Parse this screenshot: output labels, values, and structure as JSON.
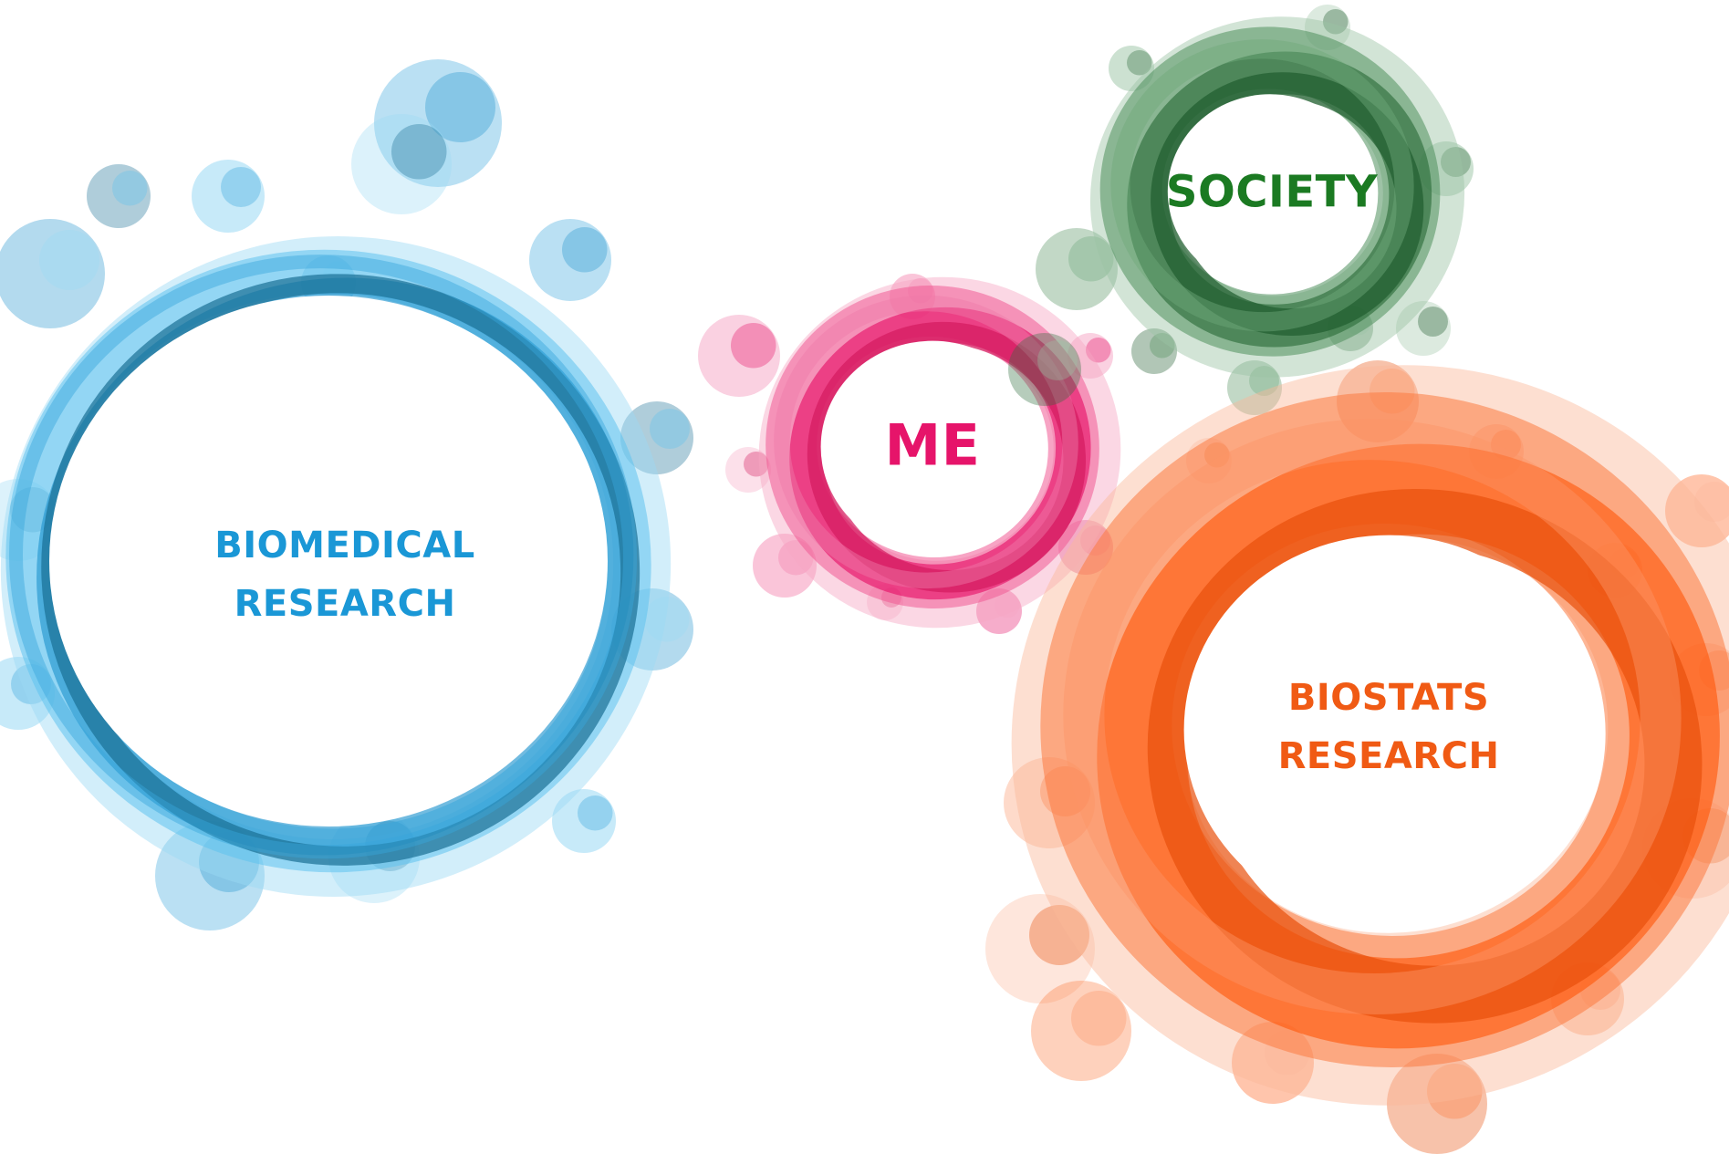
{
  "circles": [
    {
      "key": "biomedical",
      "lines": [
        "BIOMEDICAL",
        "RESEARCH"
      ],
      "color": "#1a97d6",
      "ring_colors": [
        "#5ec3ee",
        "#2596cf",
        "#1a6f94",
        "#38a7dc",
        "#9bd9f4"
      ]
    },
    {
      "key": "me",
      "lines": [
        "ME"
      ],
      "color": "#e6146a",
      "ring_colors": [
        "#f05a93",
        "#e6146a",
        "#d41a5e",
        "#f07aa8",
        "#f6a6c4"
      ]
    },
    {
      "key": "society",
      "lines": [
        "SOCIETY"
      ],
      "color": "#1b7a22",
      "ring_colors": [
        "#4f8f5c",
        "#2e6e3c",
        "#1f5c2e",
        "#6ea87a",
        "#9cc4a4"
      ]
    },
    {
      "key": "biostats",
      "lines": [
        "BIOSTATS",
        "RESEARCH"
      ],
      "color": "#f05a14",
      "ring_colors": [
        "#fb7a40",
        "#ff5a10",
        "#e8500c",
        "#fd9466",
        "#fbb89a"
      ]
    }
  ]
}
